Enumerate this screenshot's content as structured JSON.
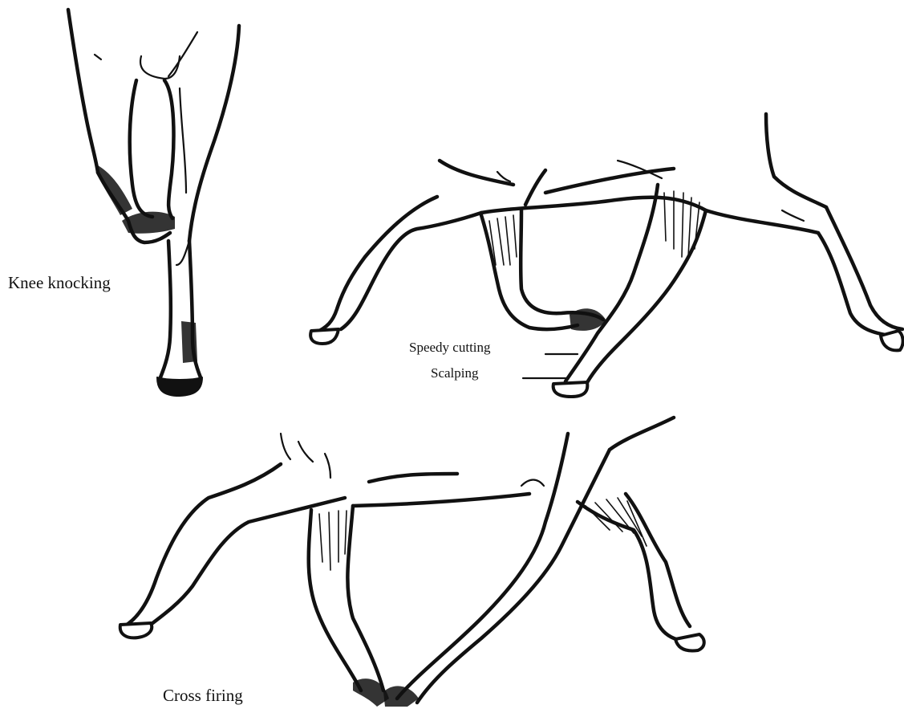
{
  "labels": {
    "knee_knocking": "Knee knocking",
    "speedy_cutting": "Speedy cutting",
    "scalping": "Scalping",
    "cross_firing": "Cross firing"
  }
}
